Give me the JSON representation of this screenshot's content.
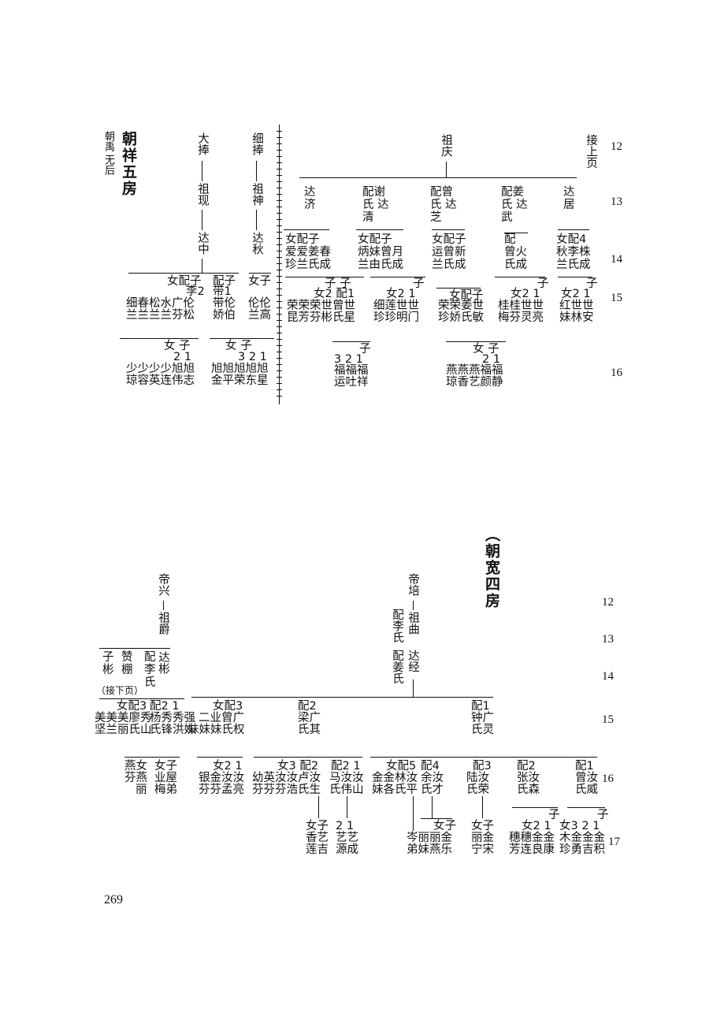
{
  "page_number": "269",
  "generations": [
    "12",
    "13",
    "14",
    "15",
    "16",
    "17"
  ],
  "top": {
    "title": "朝祥五房",
    "subtitle": "朝禹 无后",
    "col1": {
      "g12": "大捧",
      "g13": "祖现",
      "g14": "达中"
    },
    "col2": {
      "g12": "细捧",
      "g13": "祖神",
      "g14": "达秋"
    },
    "right": {
      "top": "祖庆",
      "note": "接上页"
    },
    "g13": [
      "达济",
      "配谢氏 达清",
      "配曾氏 达芝",
      "配姜氏 达武",
      "达居"
    ],
    "g14": [
      "女配子 爱爱姜春 珍兰氏成",
      "女配子 炳妹曾月 兰由氏成",
      "女配子 运曾新 兰氏成",
      "配 曾火 氏成",
      "女配4 秋李株 兰氏成"
    ],
    "g15_left": [
      "女配子",
      "李2",
      "细春松水广伦",
      "兰兰兰兰芬松",
      "配子",
      "带1",
      "带伦",
      "娇伯",
      "女子",
      "伦伦",
      "兰高"
    ],
    "g15_right": [
      "子 子",
      "女2 配1",
      "荣荣荣世曾世",
      "昆芳芬彬氏星",
      "子",
      "女2 1",
      "细莲世世",
      "珍珍明门",
      "女配子",
      "荣荣姜世",
      "珍娇氏敏",
      "子",
      "女2 1",
      "桂桂世世",
      "梅芬灵亮",
      "子",
      "女2 1",
      "红世世",
      "妹林安"
    ],
    "g16": [
      "女 子",
      "2 1",
      "少少少少旭旭",
      "琼容英连伟志",
      "女 子",
      "3 2 1",
      "旭旭旭旭旭",
      "金平荣东星",
      "子",
      "3 2 1",
      "福福福",
      "运吐祥",
      "女 子",
      "2 1",
      "燕燕燕福福",
      "琼香艺颜静"
    ]
  },
  "bottom": {
    "title": "（朝宽四房",
    "left_col": {
      "g12": "帝兴",
      "g13": "祖爵",
      "g14": "达彬"
    },
    "mid_col": {
      "g12": "帝培",
      "g13": "祖曲",
      "g13_wife": "配李氏",
      "g14": "达经",
      "g14_wife": "配姜氏"
    },
    "g14_branch": [
      "子",
      "彬",
      "赞",
      "棚",
      "配",
      "李",
      "氏"
    ],
    "note": "（接下页）",
    "g15": [
      "女配3",
      "美美美廖秀",
      "坚兰丽氏山",
      "配2 1",
      "杨秀秀强",
      "氏锋洪妹",
      "女配3",
      "二业曾广",
      "妹妹妹氏权",
      "配2",
      "梁广",
      "氏其",
      "配1",
      "钟广",
      "氏灵"
    ],
    "g16": [
      "燕女",
      "芬燕",
      "丽",
      "女子",
      "业屋",
      "梅弟",
      "女2 1",
      "银金汝汝",
      "芬芬孟亮",
      "女3 配2",
      "幼英汝汝卢汝",
      "芬芬芬浩氏生",
      "配2 1",
      "马汝汝",
      "氏伟山",
      "女配5",
      "金金林汝",
      "妹各氏平",
      "配4",
      "余汝",
      "氏才",
      "配3",
      "陆汝",
      "氏荣",
      "配2",
      "张汝",
      "氏森",
      "配1",
      "曾汝",
      "氏威"
    ],
    "g17": [
      "女子",
      "香艺",
      "莲吉",
      "2 1",
      "艺艺",
      "源成",
      "岑丽丽金",
      "弟妹燕乐",
      "女子",
      "女子",
      "丽金",
      "宁宋",
      "子",
      "女2 1",
      "穗穗金金",
      "芳连良康",
      "子",
      "女3 2 1",
      "木金金金",
      "珍勇吉积"
    ]
  }
}
